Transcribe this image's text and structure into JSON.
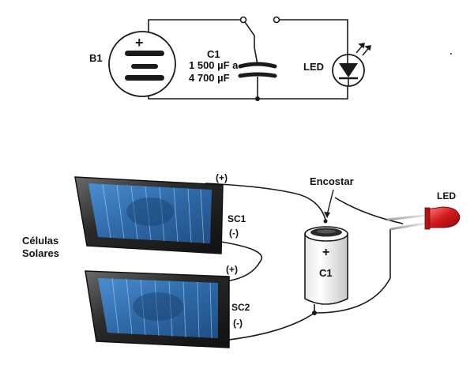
{
  "schematic": {
    "battery_label": "B1",
    "capacitor_label": "C1",
    "capacitor_value_line1": "1 500 µF a",
    "capacitor_value_line2": "4 700  µF",
    "led_label": "LED"
  },
  "assembly": {
    "cells_label_line1": "Células",
    "cells_label_line2": "Solares",
    "sc1_label": "SC1",
    "sc1_minus": "(-)",
    "sc1_plus": "(+)",
    "sc2_plus": "(+)",
    "sc2_label": "SC2",
    "sc2_minus": "(-)",
    "touch_label": "Encostar",
    "capacitor_label": "C1",
    "capacitor_plus": "+",
    "led_label": "LED"
  },
  "colors": {
    "wire": "#1a1a1a",
    "panel_blue": "#2f6fb0",
    "panel_frame": "#2a2a2a",
    "led_red": "#d31a1a"
  }
}
